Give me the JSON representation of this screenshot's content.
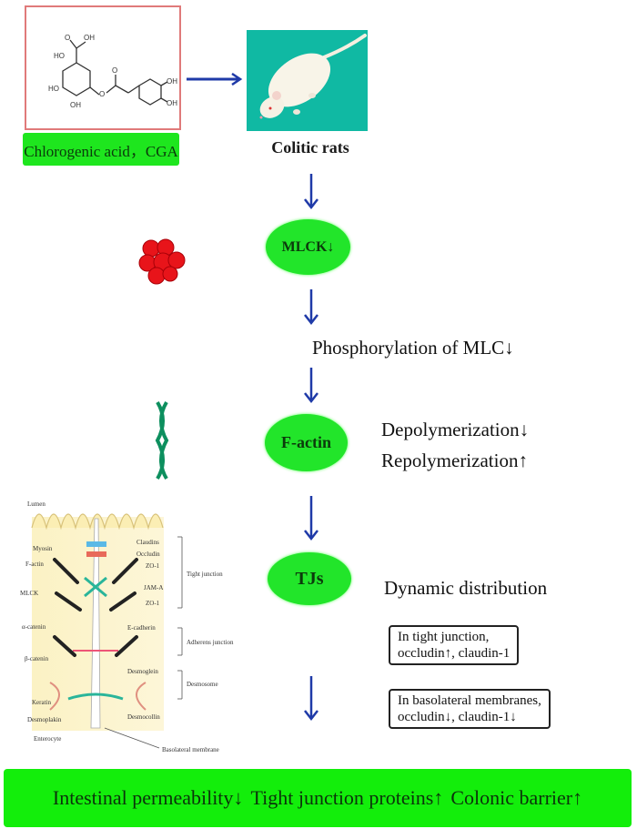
{
  "compound": {
    "label": "Chlorogenic acid，CGA",
    "structure_labels": [
      "OH",
      "HO",
      "HO",
      "OH",
      "OH",
      "OH",
      "O",
      "O",
      "O"
    ]
  },
  "model": {
    "caption": "Colitic rats",
    "image": "white-rat-photo"
  },
  "pathway": {
    "mlck": "MLCK↓",
    "phosphorylation": "Phosphorylation of MLC↓",
    "factin": "F-actin",
    "depolymerization": "Depolymerization↓",
    "repolymerization": "Repolymerization↑",
    "tjs": "TJs",
    "dynamic": "Dynamic distribution",
    "box1": {
      "line1": "In tight junction,",
      "line2": "occludin↑, claudin-1"
    },
    "box2": {
      "line1": "In basolateral membranes,",
      "line2": "occludin↓, claudin-1↓"
    }
  },
  "icons": {
    "mlck_icon": "red-protein-cluster",
    "factin_icon": "green-actin-filament",
    "arrow": "blue-down-arrow"
  },
  "junction_diagram": {
    "lumen": "Lumen",
    "left_labels": [
      "Myosin",
      "F-actin",
      "MLCK",
      "α-catenin",
      "β-catenin",
      "Keratin",
      "Desmoplakin",
      "Enterocyte"
    ],
    "right_labels": [
      "Claudins",
      "Occludin",
      "ZO-1",
      "JAM-A",
      "ZO-1",
      "E-cadherin",
      "Desmoglein",
      "Desmocollin"
    ],
    "groups": [
      "Tight junction",
      "Adherens junction",
      "Desmosome"
    ],
    "basolateral": "Basolateral membrane"
  },
  "outcome": {
    "part1": "Intestinal permeability↓",
    "part2": "Tight junction proteins↑",
    "part3": "Colonic barrier↑"
  },
  "colors": {
    "green": "#22e52a",
    "banner_green": "#13ee0b",
    "arrow_blue": "#1f3aa8",
    "cga_border": "#e07a7a",
    "rat_bg": "#10b9a3"
  }
}
